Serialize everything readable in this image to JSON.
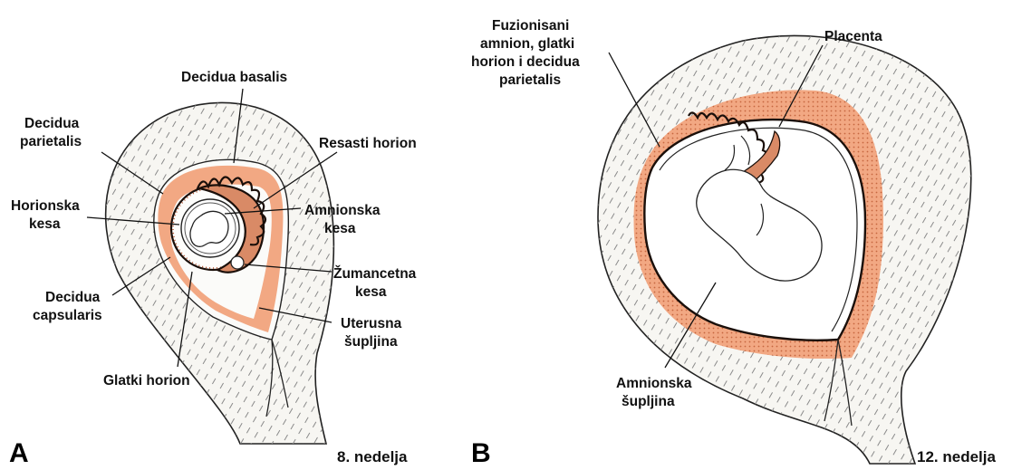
{
  "panels": [
    {
      "letter": "A",
      "week": "8. nedelja",
      "labels": {
        "decidua_basalis": "Decidua basalis",
        "decidua_parietalis": [
          "Decidua",
          "parietalis"
        ],
        "resasti_horion": "Resasti horion",
        "horionska_kesa": [
          "Horionska",
          "kesa"
        ],
        "amnionska_kesa": [
          "Amnionska",
          "kesa"
        ],
        "zumancetna_kesa": [
          "Žumancetna",
          "kesa"
        ],
        "decidua_capsularis": [
          "Decidua",
          "capsularis"
        ],
        "uterusna_supljina": [
          "Uterusna",
          "šupljina"
        ],
        "glatki_horion": "Glatki horion"
      }
    },
    {
      "letter": "B",
      "week": "12. nedelja",
      "labels": {
        "fuzionisani": [
          "Fuzionisani",
          "amnion, glatki",
          "horion i decidua",
          "parietalis"
        ],
        "placenta": "Placenta",
        "amnionska_supljina": [
          "Amnionska",
          "šupljina"
        ]
      }
    }
  ],
  "colors": {
    "decidua": "#f2a883",
    "chorion": "#d98a66",
    "outline": "#1a0f0a",
    "wall": "#f7f6f2"
  }
}
